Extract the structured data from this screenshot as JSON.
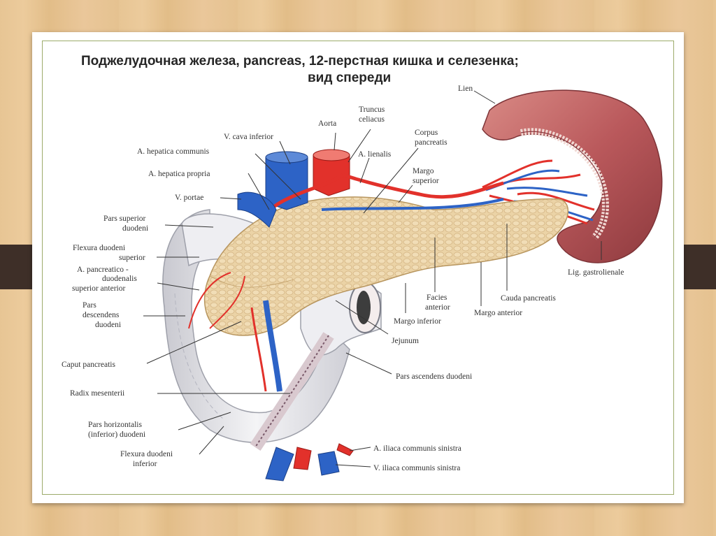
{
  "title": {
    "line1": "Поджелудочная железа, pancreas, 12-перстная кишка и селезенка;",
    "line2": "вид спереди"
  },
  "labels": {
    "lien": "Lien",
    "truncus_1": "Truncus",
    "truncus_2": "celiacus",
    "aorta": "Aorta",
    "cava_inferior": "V. cava inferior",
    "hepatica_communis": "A. hepatica communis",
    "hepatica_propria": "A. hepatica propria",
    "portae": "V. portae",
    "lienalis": "A. lienalis",
    "corpus_1": "Corpus",
    "corpus_2": "pancreatis",
    "margo_superior_1": "Margo",
    "margo_superior_2": "superior",
    "pars_superior_1": "Pars superior",
    "pars_superior_2": "duodeni",
    "flexura_sup_1": "Flexura duodeni",
    "flexura_sup_2": "superior",
    "pancreatico_1": "A. pancreatico -",
    "pancreatico_2": "duodenalis",
    "pancreatico_3": "superior anterior",
    "pars_desc_1": "Pars",
    "pars_desc_2": "descendens",
    "pars_desc_3": "duodeni",
    "caput": "Caput pancreatis",
    "radix": "Radix mesenterii",
    "pars_horiz_1": "Pars horizontalis",
    "pars_horiz_2": "(inferior) duodeni",
    "flexura_inf_1": "Flexura duodeni",
    "flexura_inf_2": "inferior",
    "gastrolienale": "Lig. gastrolienale",
    "cauda": "Cauda pancreatis",
    "facies_1": "Facies",
    "facies_2": "anterior",
    "margo_anterior": "Margo anterior",
    "margo_inferior": "Margo inferior",
    "jejunum": "Jejunum",
    "pars_ascendens": "Pars ascendens duodeni",
    "iliaca_a": "A. iliaca communis sinistra",
    "iliaca_v": "V. iliaca communis sinistra"
  },
  "colors": {
    "pancreas": "#ead1a4",
    "spleen": "#b8585a",
    "artery": "#e2312b",
    "vein": "#2d63c6",
    "duodenum": "#e6e6ea",
    "frame": "#9cab6a",
    "background_wood": "#e7c594"
  }
}
